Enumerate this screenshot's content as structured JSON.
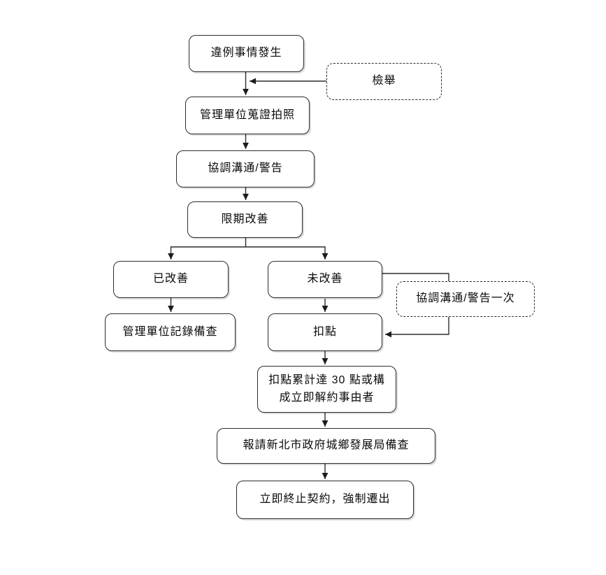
{
  "diagram": {
    "type": "flowchart",
    "language": "zh-TW",
    "background_color": "#ffffff",
    "line_color": "#2d2d2d",
    "text_color": "#0a0a0a",
    "nodes": {
      "violation": {
        "label": "違例事情發生",
        "border": "solid"
      },
      "report": {
        "label": "檢舉",
        "border": "dashed"
      },
      "evidence": {
        "label": "管理單位蒐證拍照",
        "border": "solid"
      },
      "warning": {
        "label": "協調溝通/警告",
        "border": "solid"
      },
      "deadline": {
        "label": "限期改善",
        "border": "solid"
      },
      "improved": {
        "label": "已改善",
        "border": "solid"
      },
      "notImproved": {
        "label": "未改善",
        "border": "solid"
      },
      "record": {
        "label": "管理單位記錄備查",
        "border": "solid"
      },
      "deduct": {
        "label": "扣點",
        "border": "solid"
      },
      "warnOnce": {
        "label": "協調溝通/警告一次",
        "border": "dashed"
      },
      "threshold": {
        "label": "扣點累計達 30 點或構\n成立即解約事由者",
        "border": "solid"
      },
      "reportBureau": {
        "label": "報請新北市政府城鄉發展局備查",
        "border": "solid"
      },
      "terminate": {
        "label": "立即終止契約，強制遷出",
        "border": "solid"
      }
    },
    "edges": [
      {
        "from": "violation",
        "to": "evidence"
      },
      {
        "from": "report",
        "to": "evidence"
      },
      {
        "from": "evidence",
        "to": "warning"
      },
      {
        "from": "warning",
        "to": "deadline"
      },
      {
        "from": "deadline",
        "to": "improved"
      },
      {
        "from": "deadline",
        "to": "notImproved"
      },
      {
        "from": "improved",
        "to": "record"
      },
      {
        "from": "notImproved",
        "to": "deduct"
      },
      {
        "from": "notImproved",
        "to": "warnOnce"
      },
      {
        "from": "warnOnce",
        "to": "deduct"
      },
      {
        "from": "deduct",
        "to": "threshold"
      },
      {
        "from": "threshold",
        "to": "reportBureau"
      },
      {
        "from": "reportBureau",
        "to": "terminate"
      }
    ]
  }
}
